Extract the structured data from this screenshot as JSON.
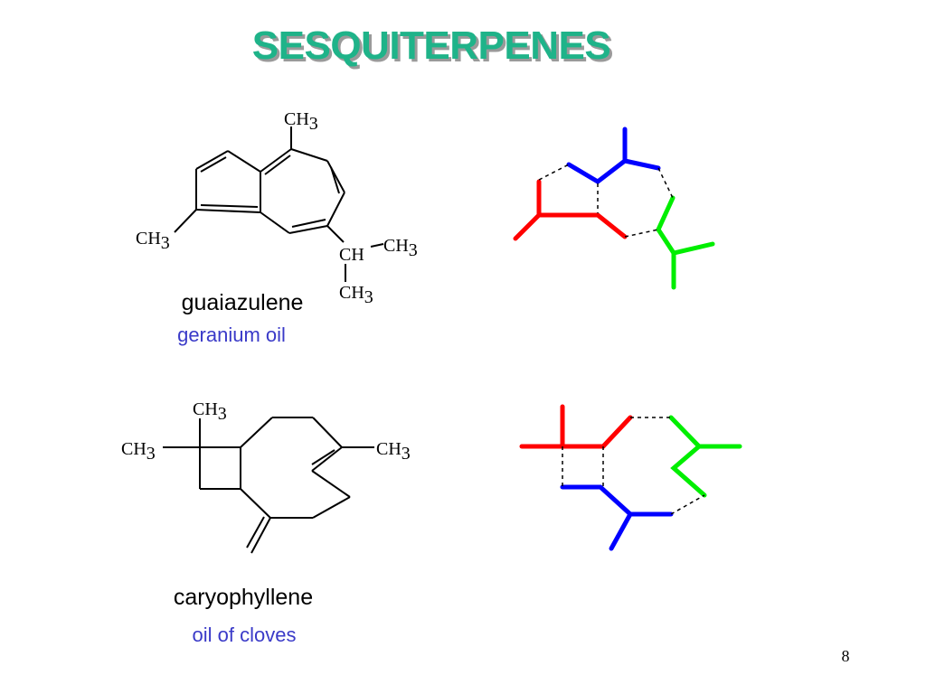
{
  "title": "SESQUITERPENES",
  "page_number": "8",
  "colors": {
    "title": "#1fb389",
    "source_text": "#3a3ac8",
    "unit1": "#ff0000",
    "unit2": "#0000ff",
    "unit3": "#00ee00"
  },
  "molecules": [
    {
      "name": "guaiazulene",
      "source": "geranium oil",
      "labels": {
        "top_methyl": {
          "main": "CH",
          "sub": "3"
        },
        "left_methyl": {
          "main": "CH",
          "sub": "3"
        },
        "methine": {
          "main": "CH",
          "sub": ""
        },
        "iso_methyl_a": {
          "main": "CH",
          "sub": "3"
        },
        "iso_methyl_b": {
          "main": "CH",
          "sub": "3"
        }
      }
    },
    {
      "name": "caryophyllene",
      "source": "oil of cloves",
      "labels": {
        "top_methyl": {
          "main": "CH",
          "sub": "3"
        },
        "left_methyl": {
          "main": "CH",
          "sub": "3"
        },
        "right_methyl": {
          "main": "CH",
          "sub": "3"
        }
      }
    }
  ]
}
